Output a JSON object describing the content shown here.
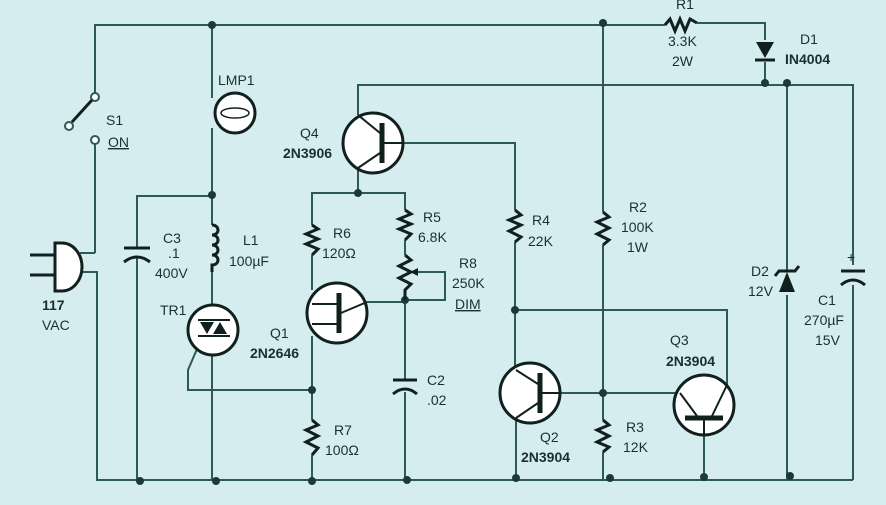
{
  "components": {
    "s1": {
      "ref": "S1",
      "state": "ON"
    },
    "plug": {
      "line1": "117",
      "line2": "VAC"
    },
    "lmp1": {
      "ref": "LMP1"
    },
    "c3": {
      "ref": "C3",
      "value": ".1",
      "rating": "400V"
    },
    "l1": {
      "ref": "L1",
      "value": "100µF"
    },
    "tr1": {
      "ref": "TR1"
    },
    "q4": {
      "ref": "Q4",
      "part": "2N3906"
    },
    "r6": {
      "ref": "R6",
      "value": "120Ω"
    },
    "r5": {
      "ref": "R5",
      "value": "6.8K"
    },
    "r8": {
      "ref": "R8",
      "value": "250K",
      "function": "DIM"
    },
    "q1": {
      "ref": "Q1",
      "part": "2N2646"
    },
    "r7": {
      "ref": "R7",
      "value": "100Ω"
    },
    "c2": {
      "ref": "C2",
      "value": ".02"
    },
    "r4": {
      "ref": "R4",
      "value": "22K"
    },
    "q2": {
      "ref": "Q2",
      "part": "2N3904"
    },
    "r1": {
      "ref": "R1",
      "value": "3.3K",
      "rating": "2W"
    },
    "r2": {
      "ref": "R2",
      "value": "100K",
      "rating": "1W"
    },
    "r3": {
      "ref": "R3",
      "value": "12K"
    },
    "q3": {
      "ref": "Q3",
      "part": "2N3904"
    },
    "d1": {
      "ref": "D1",
      "part": "IN4004"
    },
    "d2": {
      "ref": "D2",
      "value": "12V"
    },
    "c1": {
      "ref": "C1",
      "value": "270µF",
      "rating": "15V",
      "polarity": "+"
    }
  }
}
